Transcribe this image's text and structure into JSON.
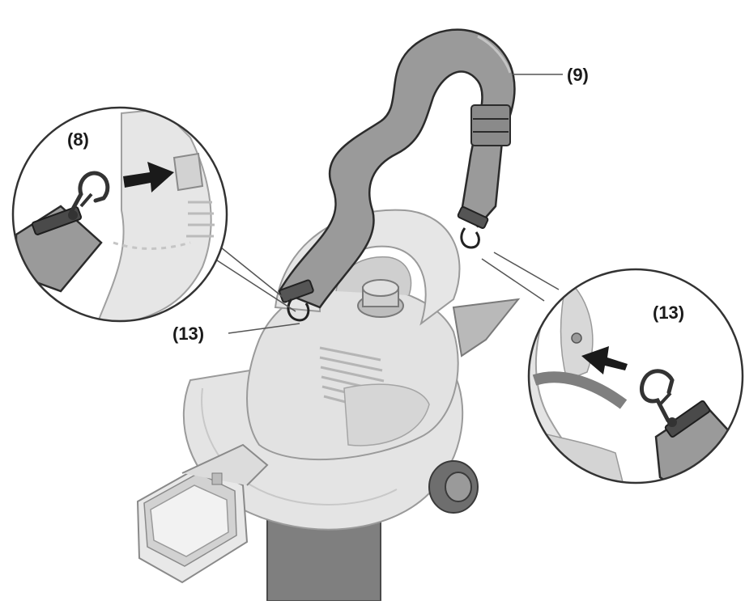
{
  "callouts": {
    "strap": "(9)",
    "hook": "(8)",
    "eyelet_left": "(13)",
    "eyelet_right": "(13)"
  },
  "colors": {
    "strap": "#9a9a9a",
    "strap_edge": "#2b2b2b",
    "body": "#e4e4e4",
    "body_shade": "#cfcfcf",
    "body_dark": "#b9b9b9",
    "tube": "#7f7f7f",
    "hook": "#333333",
    "arrow": "#1a1a1a",
    "line": "#555555"
  },
  "icons": {
    "insert_arrow_left": "arrow-right-icon",
    "insert_arrow_right": "arrow-left-icon",
    "hook": "snap-hook-icon"
  }
}
